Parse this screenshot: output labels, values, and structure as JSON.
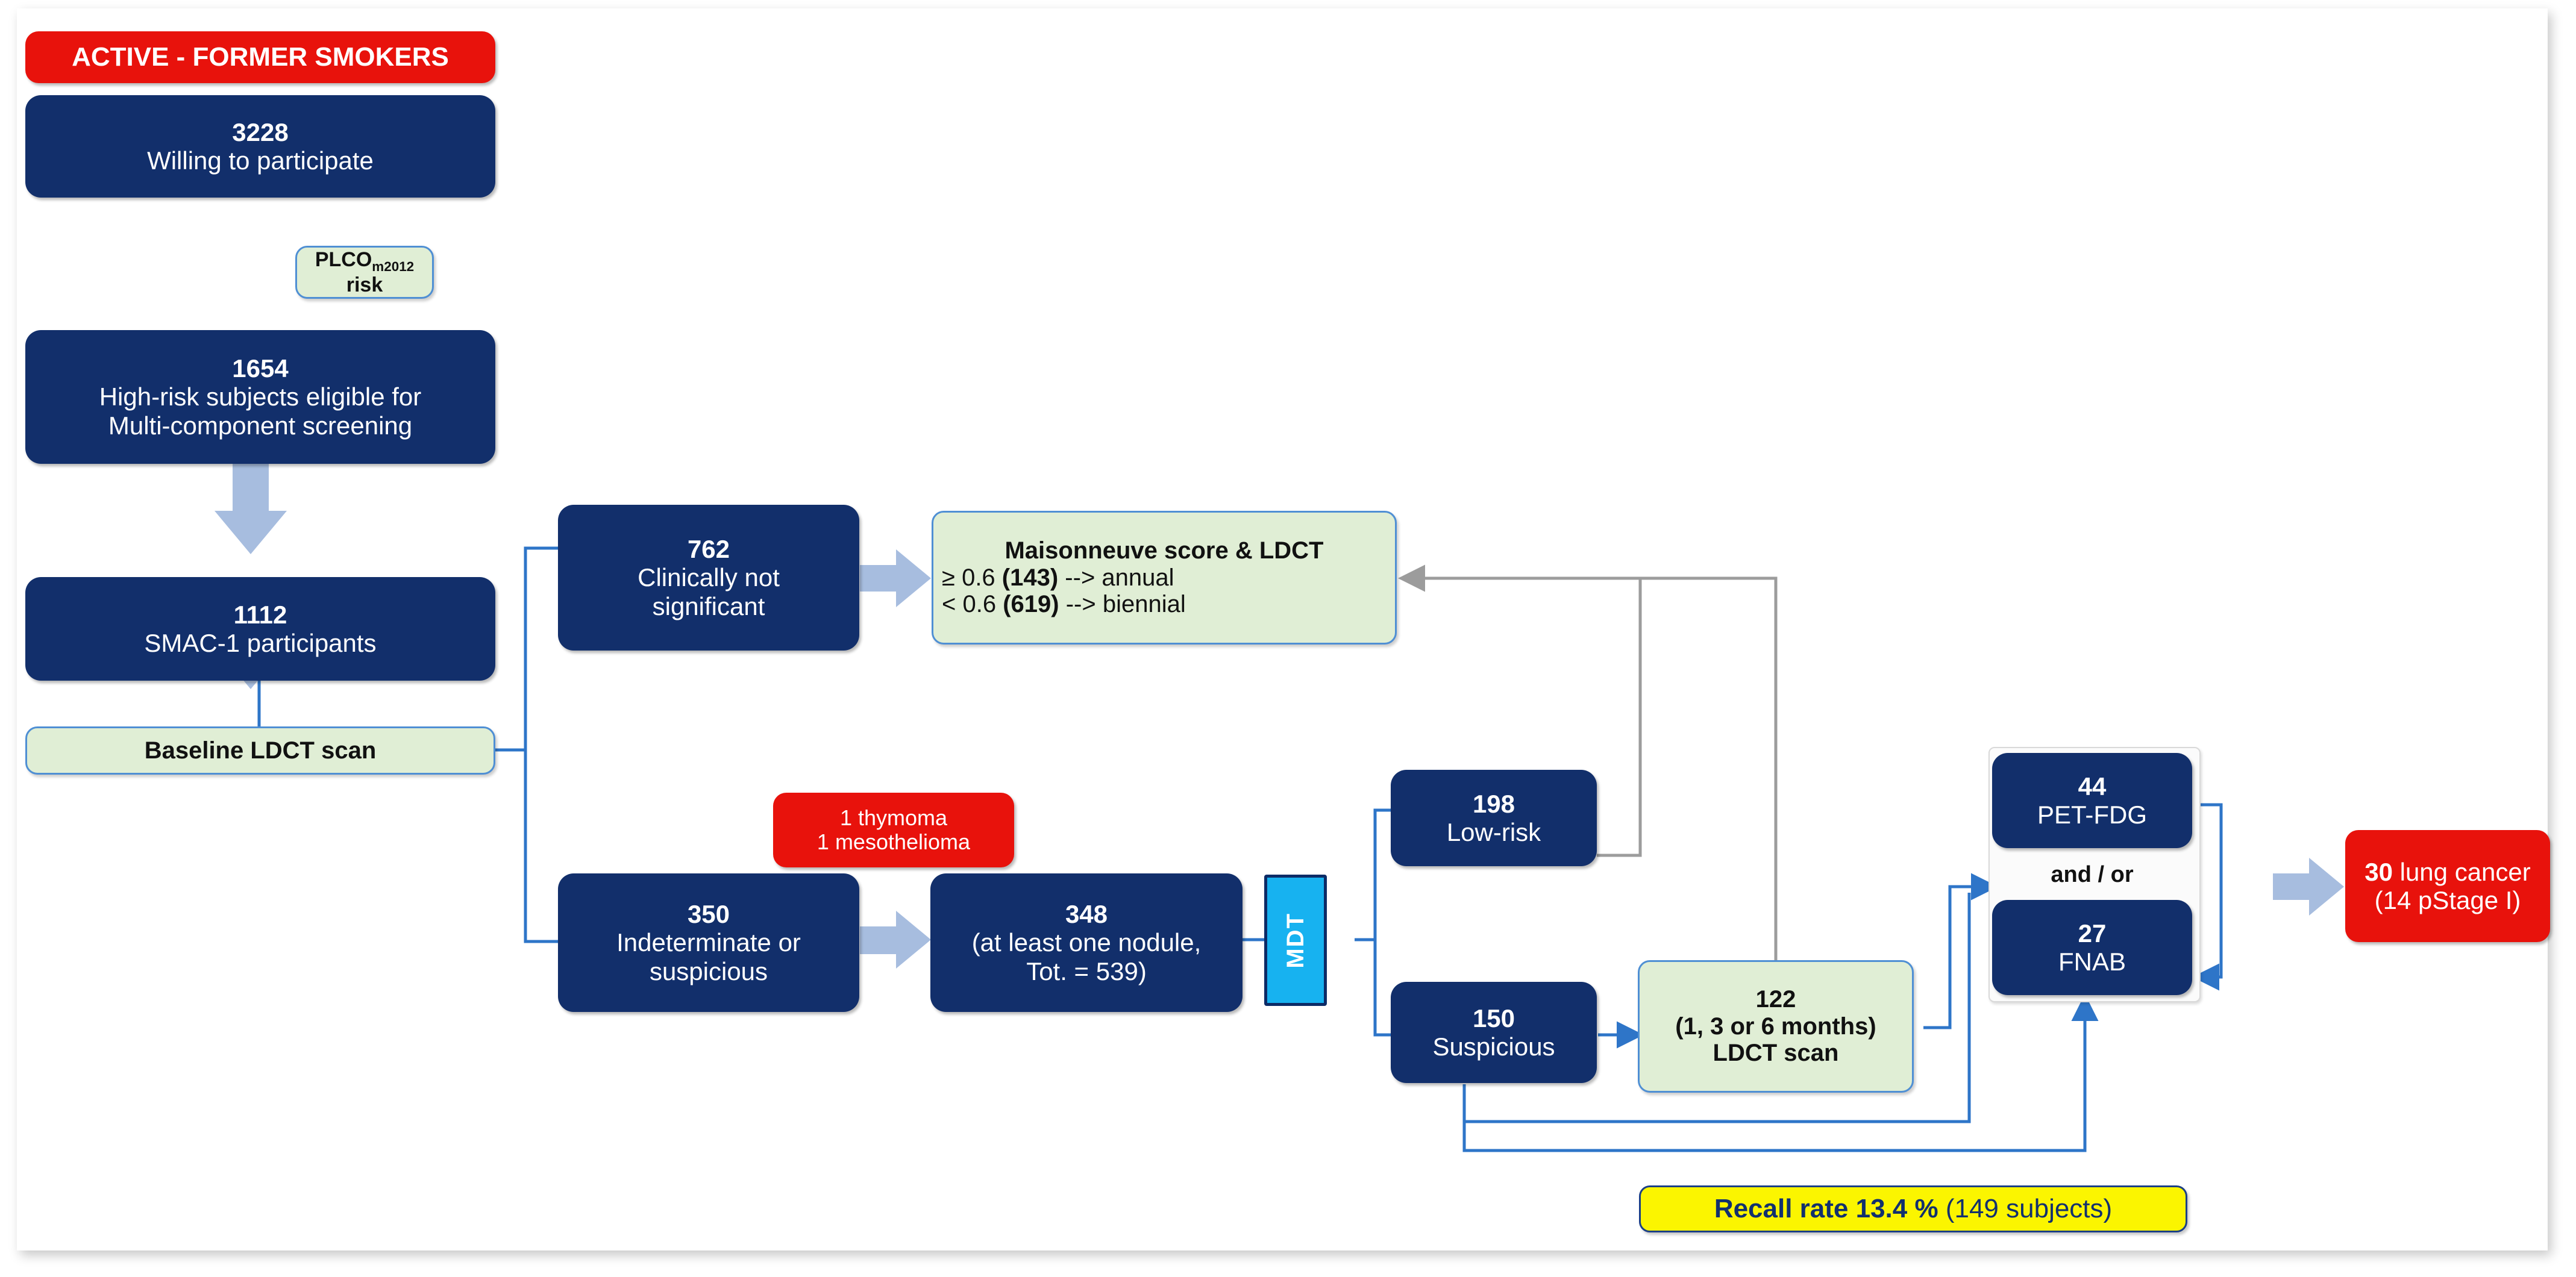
{
  "diagram": {
    "title": "SMAC-1 lung cancer screening flowchart",
    "colors": {
      "navy": "#122f6b",
      "red": "#e8120c",
      "green": "#e0eed5",
      "green_border": "#4f8fd4",
      "yellow": "#fbf500",
      "cyan": "#17b2f0",
      "block_arrow": "#a7bddf",
      "connector_blue": "#2e75c8",
      "connector_grey": "#9c9c9c"
    }
  },
  "nodes": {
    "smokers_banner": {
      "label": "ACTIVE - FORMER SMOKERS"
    },
    "willing": {
      "num": "3228",
      "line1": "Willing to participate"
    },
    "plco": {
      "pre": "PLCO",
      "sub": "m2012",
      "post": " risk"
    },
    "highrisk": {
      "num": "1654",
      "line1": "High-risk subjects eligible for",
      "line2": "Multi-component screening"
    },
    "smac1": {
      "num": "1112",
      "line1": "SMAC-1 participants"
    },
    "baseline": {
      "label": "Baseline LDCT scan"
    },
    "not_significant": {
      "num": "762",
      "line1": "Clinically not",
      "line2": "significant"
    },
    "maisonneuve": {
      "title": "Maisonneuve score & LDCT",
      "row1_pre": "≥ 0.6 ",
      "row1_bold": "(143)",
      "row1_post": " --> annual",
      "row2_pre": "< 0.6 ",
      "row2_bold": "(619)",
      "row2_post": " --> biennial"
    },
    "thymoma": {
      "line1": "1 thymoma",
      "line2": "1 mesothelioma"
    },
    "indeterminate": {
      "num": "350",
      "line1": "Indeterminate or",
      "line2": "suspicious"
    },
    "nodule": {
      "num": "348",
      "line1": "(at least one nodule,",
      "line2": "Tot. = 539)"
    },
    "mdt": {
      "label": "MDT"
    },
    "low_risk": {
      "num": "198",
      "line1": "Low-risk"
    },
    "suspicious": {
      "num": "150",
      "line1": "Suspicious"
    },
    "repeat_ldct": {
      "num": "122",
      "line1": "(1, 3 or 6 months)",
      "line2": "LDCT scan"
    },
    "pet": {
      "num": "44",
      "line1": "PET-FDG"
    },
    "and_or": {
      "label": "and / or"
    },
    "fnab": {
      "num": "27",
      "line1": "FNAB"
    },
    "lung_cancer": {
      "num": "30",
      "post": " lung cancer",
      "line2": "(14 pStage I)"
    },
    "recall": {
      "bold": "Recall rate 13.4 %",
      "reg": " (149 subjects)"
    }
  }
}
